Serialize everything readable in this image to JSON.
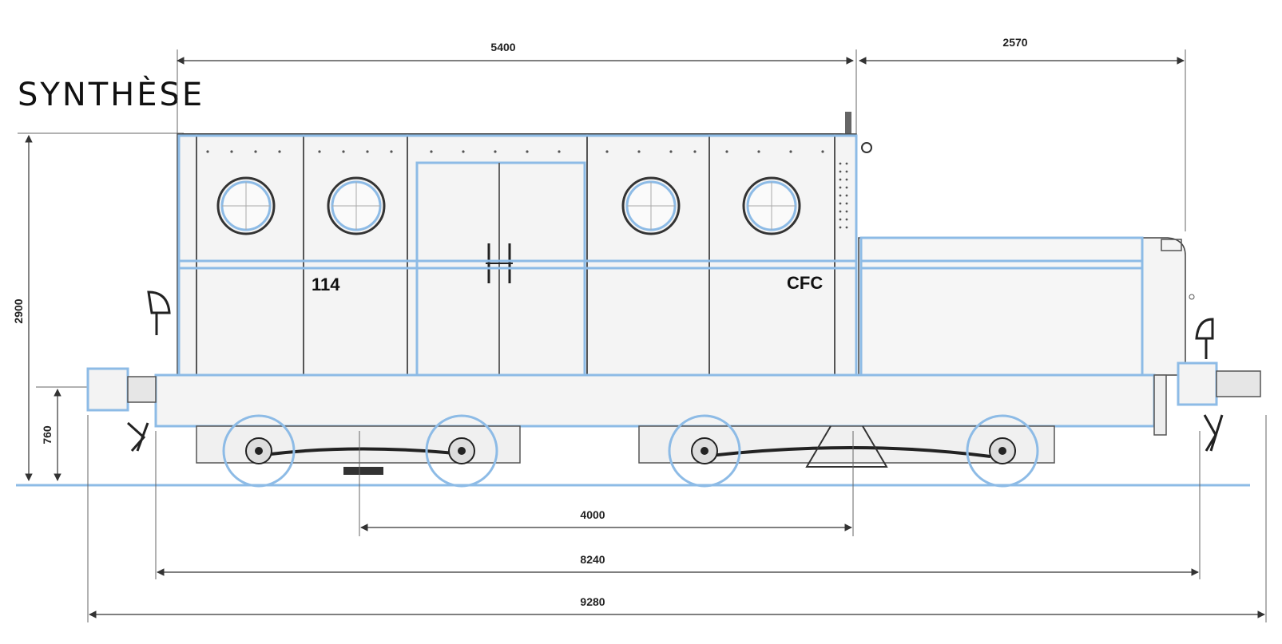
{
  "title": "SYNTHÈSE",
  "markings": {
    "number": "114",
    "operator": "CFC"
  },
  "dimensions": {
    "cab_length": "5400",
    "hood_length": "2570",
    "height": "2900",
    "buffer_height": "760",
    "bogie_centers": "4000",
    "frame_length": "8240",
    "overall_length": "9280"
  },
  "colors": {
    "overlay": "#8dbbe6",
    "line": "#333333"
  }
}
